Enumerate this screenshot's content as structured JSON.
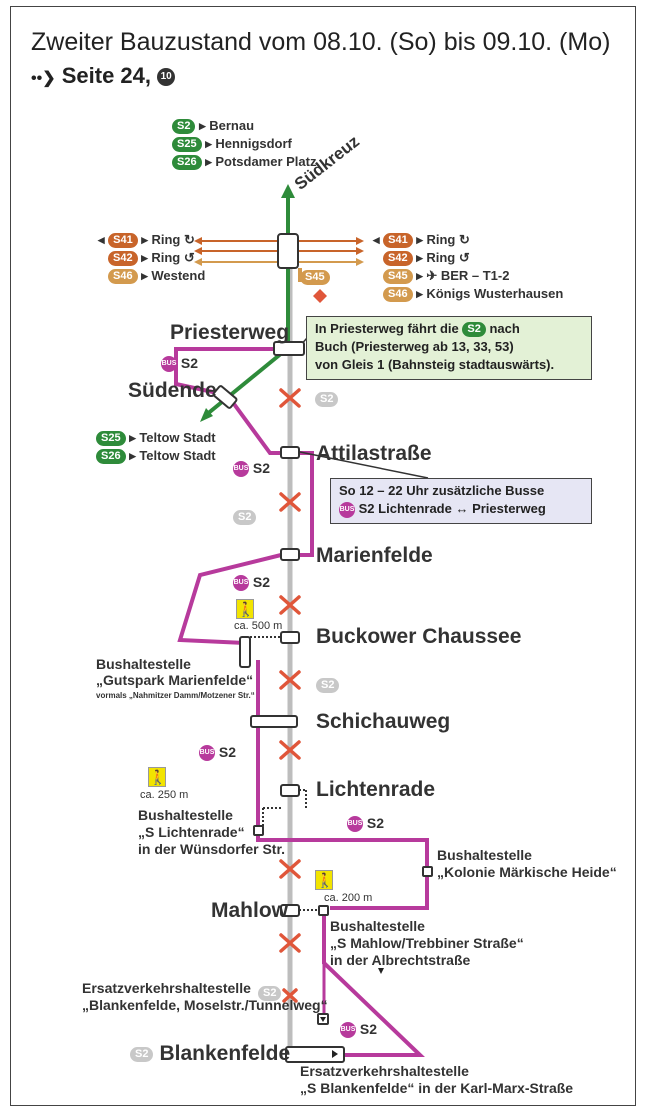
{
  "header": {
    "title": "Zweiter Bauzustand vom 08.10. (So) bis 09.10. (Mo)",
    "ref_page": "Seite 24,",
    "ref_num": "10"
  },
  "top_destinations": [
    {
      "line": "S2",
      "dest": "Bernau"
    },
    {
      "line": "S25",
      "dest": "Hennigsdorf"
    },
    {
      "line": "S26",
      "dest": "Potsdamer Platz"
    }
  ],
  "suedkreuz_label": "Südkreuz",
  "ring_left": [
    {
      "line": "S41",
      "text": "Ring ↻"
    },
    {
      "line": "S42",
      "text": "Ring ↺"
    },
    {
      "line": "S46",
      "text": "Westend"
    }
  ],
  "ring_right": [
    {
      "line": "S41",
      "text": "Ring ↻"
    },
    {
      "line": "S42",
      "text": "Ring ↺"
    },
    {
      "line": "S45",
      "text": "✈ BER – T1-2"
    },
    {
      "line": "S46",
      "text": "Königs Wusterhausen"
    }
  ],
  "s45_label": "S45",
  "stations": {
    "priesterweg": "Priesterweg",
    "suedende": "Südende",
    "attilastrasse": "Attilastraße",
    "marienfelde": "Marienfelde",
    "buckower": "Buckower Chaussee",
    "schichauweg": "Schichauweg",
    "lichtenrade": "Lichtenrade",
    "mahlow": "Mahlow",
    "blankenfelde": "Blankenfelde"
  },
  "teltow": [
    {
      "line": "S25",
      "dest": "Teltow Stadt"
    },
    {
      "line": "S26",
      "dest": "Teltow Stadt"
    }
  ],
  "info_priesterweg": {
    "pre": "In Priesterweg fährt die",
    "line": "S2",
    "post": "nach",
    "line2": "Buch (Priesterweg ab 13, 33, 53)",
    "line3": "von Gleis 1 (Bahnsteig stadtauswärts)."
  },
  "info_bus": {
    "line1": "So 12 – 22 Uhr zusätzliche Busse",
    "bus_line": "S2",
    "route": "Lichtenrade ↔ Priesterweg"
  },
  "bus_label": "BUS",
  "bus_line": "S2",
  "s2_grey": "S2",
  "walk": {
    "d500": "ca. 500 m",
    "d250": "ca. 250 m",
    "d200": "ca. 200 m",
    "icon": "🚶"
  },
  "stops": {
    "gutspark_1": "Bushaltestelle",
    "gutspark_2": "„Gutspark Marienfelde“",
    "gutspark_3": "vormals „Nahmitzer Damm/Motzener Str.“",
    "lichtenrade_1": "Bushaltestelle",
    "lichtenrade_2": "„S Lichtenrade“",
    "lichtenrade_3": "in der Wünsdorfer Str.",
    "kolonie_1": "Bushaltestelle",
    "kolonie_2": "„Kolonie Märkische Heide“",
    "mahlow_1": "Bushaltestelle",
    "mahlow_2": "„S Mahlow/Trebbiner Straße“",
    "mahlow_3": "in der Albrechtstraße",
    "ersatz1_1": "Ersatzverkehrshaltestelle",
    "ersatz1_2": "„Blankenfelde, Moselstr./Tunnelweg“",
    "ersatz2_1": "Ersatzverkehrshaltestelle",
    "ersatz2_2": "„S Blankenfelde“ in der Karl-Marx-Straße"
  },
  "colors": {
    "green": "#2e8b3a",
    "purple": "#b73a9c",
    "red": "#e0563a",
    "grey_track": "#bdbdbd",
    "ring_orange": "#c8642a",
    "ring_light": "#d39a4e",
    "box_bg": "#e3f1d6",
    "box_bg2": "#e6e6f4"
  }
}
